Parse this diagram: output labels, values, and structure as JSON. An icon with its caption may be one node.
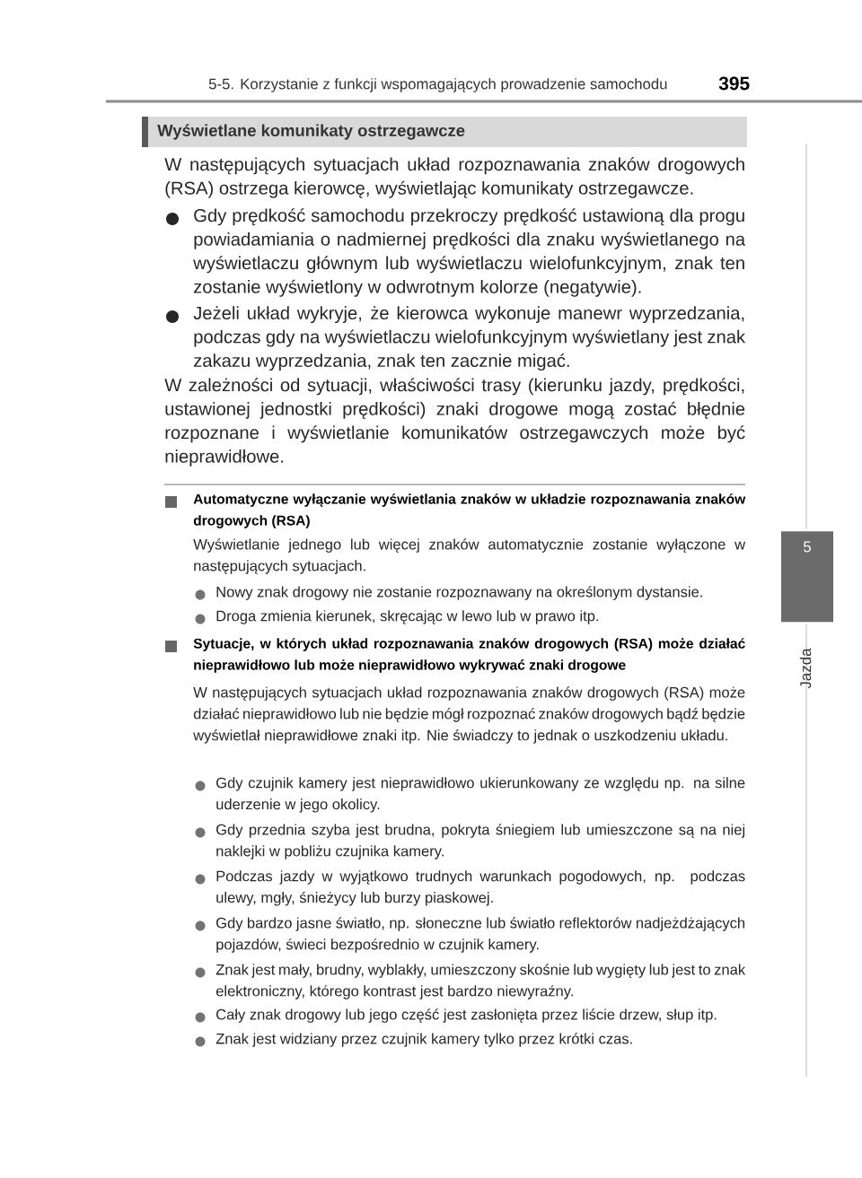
{
  "diagram": {
    "nodes": [
      {
        "text": [
          "Wyświetlane komunikaty ostrzegawcze"
        ]
      },
      {
        "text": [
          "5"
        ]
      }
    ],
    "labels": [
      "5-5. Korzystanie z funkcji wspomagających prowadzenie samochodu",
      "395",
      "Jazda",
      "W następujących sytuacjach układ rozpoznawania znaków drogowych (RSA) ostrzega kierowcę, wyświetlając komunikaty ostrzegawcze.",
      "Gdy prędkość samochodu przekroczy prędkość ustawioną dla progu powiadamiania o nadmiernej prędkości dla znaku wyświetlanego na wyświetlaczu głównym lub wyświetlaczu wielofunkcyjnym, znak ten zostanie wyświetlony w odwrotnym kolorze (negatywie).",
      "Jeżeli układ wykryje, że kierowca wykonuje manewr wyprzedzania, podczas gdy na wyświetlaczu wielofunkcyjnym wyświetlany jest znak zakazu wyprzedzania, znak ten zacznie migać.",
      "W zależności od sytuacji, właściwości trasy (kierunku jazdy, prędkości, ustawionej jednostki prędkości) znaki drogowe mogą zostać błędnie rozpoznane i wyświetlanie komunikatów ostrzegawczych może być nieprawidłowe.",
      "Automatyczne wyłączanie wyświetlania znaków w układzie rozpoznawania znaków drogowych (RSA)",
      "Wyświetlanie jednego lub więcej znaków automatycznie zostanie wyłączone w następujących sytuacjach.",
      "Nowy znak drogowy nie zostanie rozpoznawany na określonym dystansie.",
      "Droga zmienia kierunek, skręcając w lewo lub w prawo itp.",
      "Sytuacje, w których układ rozpoznawania znaków drogowych (RSA) może działać nieprawidłowo lub może nieprawidłowo wykrywać znaki drogowe",
      "W następujących sytuacjach układ rozpoznawania znaków drogowych (RSA) może działać nieprawidłowo lub nie będzie mógł rozpoznać znaków drogowych bądź będzie wyświetlał nieprawidłowe znaki itp. Nie świadczy to jednak o uszkodzeniu układu.",
      "Gdy czujnik kamery jest nieprawidłowo ukierunkowany ze względu np. na silne uderzenie w jego okolicy.",
      "Gdy przednia szyba jest brudna, pokryta śniegiem lub umieszczone są na niej naklejki w pobliżu czujnika kamery.",
      "Podczas jazdy w wyjątkowo trudnych warunkach pogodowych, np. podczas ulewy, mgły, śnieżycy lub burzy piaskowej.",
      "Gdy bardzo jasne światło, np. słoneczne lub światło reflektorów nadjeżdżających pojazdów, świeci bezpośrednio w czujnik kamery.",
      "Znak jest mały, brudny, wyblakły, umieszczony skośnie lub wygięty lub jest to znak elektroniczny, którego kontrast jest bardzo niewyraźny.",
      "Cały znak drogowy lub jego część jest zasłonięta przez liście drzew, słup itp.",
      "Znak jest widziany przez czujnik kamery tylko przez krótki czas."
    ]
  }
}
